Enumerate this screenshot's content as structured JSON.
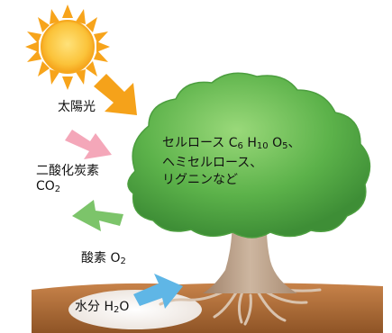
{
  "labels": {
    "sunlight": "太陽光",
    "co2_text": "二酸化炭素",
    "co2_c": "CO",
    "co2_sub": "2",
    "oxygen_text": "酸素 O",
    "oxygen_sub": "2",
    "water_text": "水分 H",
    "water_sub": "2",
    "water_o": "O"
  },
  "tree_text": {
    "cellulose_prefix": "セルロース C",
    "c_sub": "6",
    "h": " H",
    "h_sub": "10",
    "o": " O",
    "o_sub": "5",
    "comma": "、",
    "line2": "ヘミセルロース、",
    "line3": "リグニンなど"
  },
  "colors": {
    "sun": "#F7A41B",
    "sun_core": "#FBD048",
    "arrow_sun": "#F5A21A",
    "arrow_co2": "#F4A7B9",
    "arrow_o2": "#7CC46A",
    "arrow_water": "#5FB6E6",
    "canopy": "#5AB04A",
    "canopy_light": "#8DD070",
    "trunk": "#B89A80",
    "soil": "#A8683A"
  },
  "icons": {
    "sun": "sun-icon"
  }
}
